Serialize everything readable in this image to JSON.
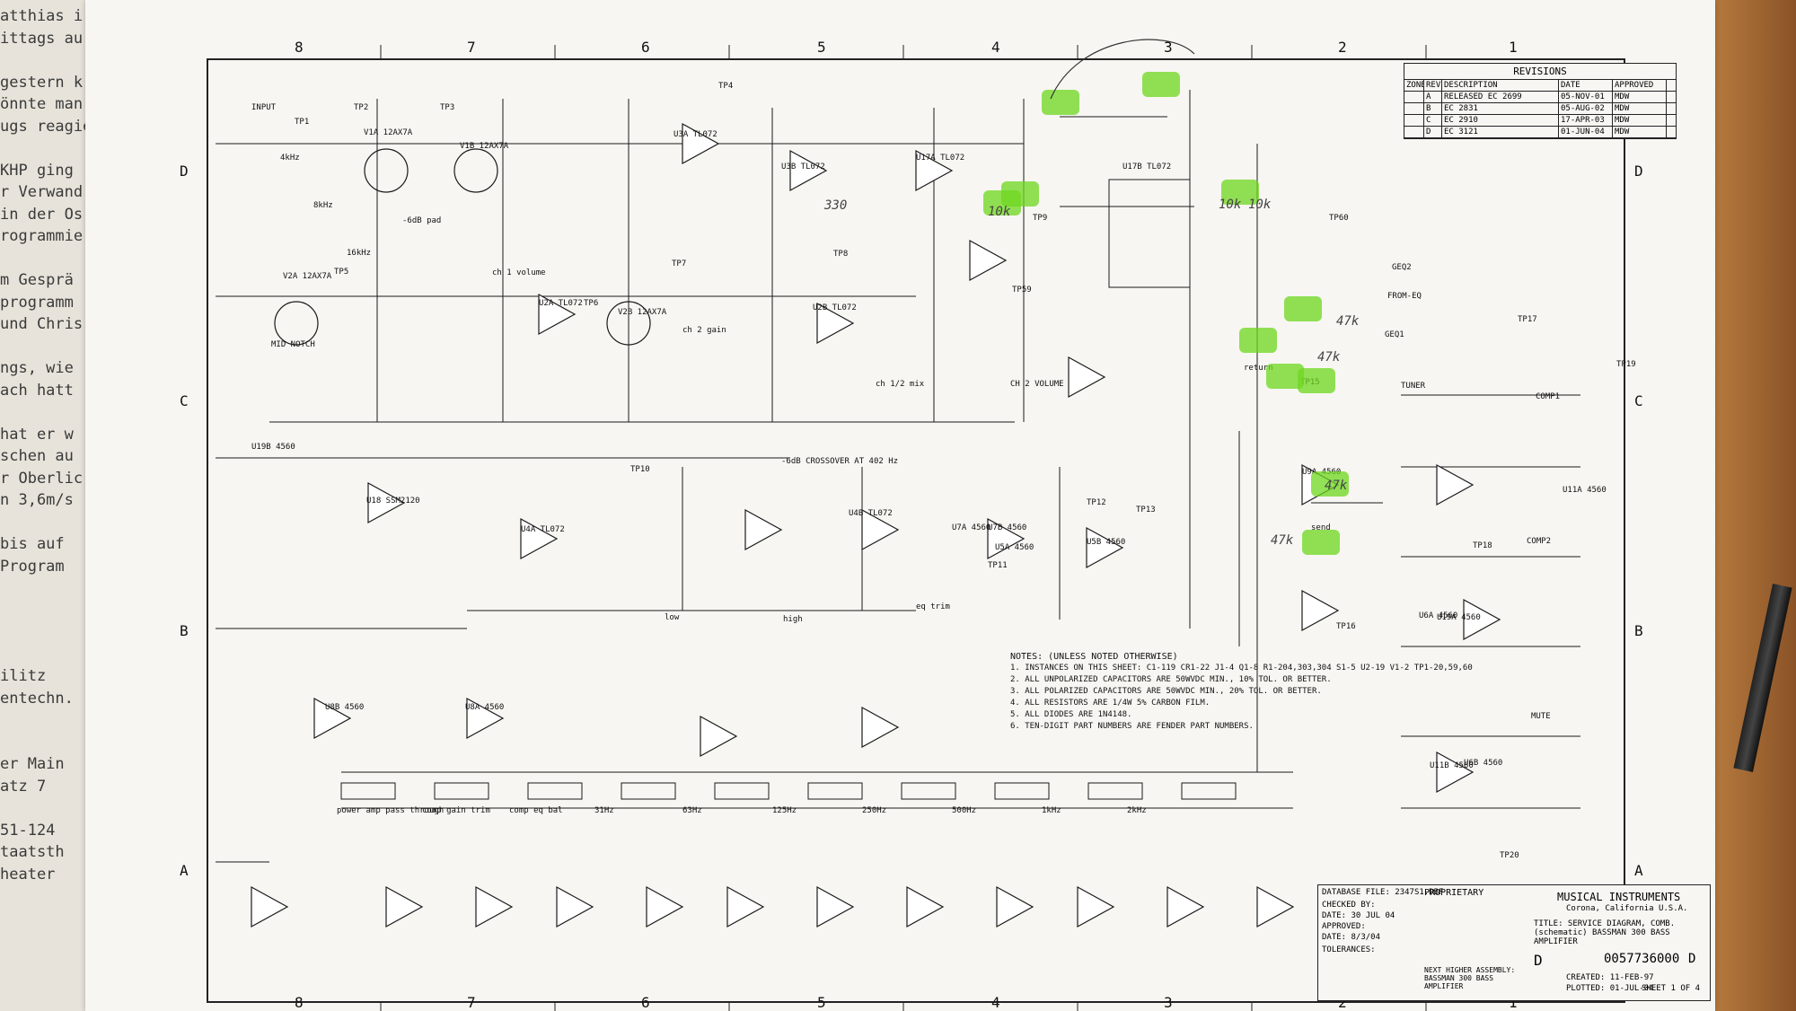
{
  "left_sheet_lines": [
    "atthias i",
    "ittags au",
    "",
    "gestern k",
    "önnte man",
    "ugs reagier",
    "",
    "KHP ging",
    "r Verwand",
    "in der Os",
    "rogrammie",
    "",
    "m Gesprä",
    "programm",
    "und Chris",
    "",
    "ngs, wie",
    "ach hatt",
    "",
    "hat er w",
    "schen au",
    "r Oberlic",
    "n 3,6m/s",
    "",
    "bis auf",
    "Program",
    "",
    "",
    "",
    "",
    "ilitz",
    "entechn.",
    "",
    "",
    "er Main",
    "atz 7",
    "",
    "51-124",
    "taatsth",
    "heater"
  ],
  "zones_top": [
    "8",
    "7",
    "6",
    "5",
    "4",
    "3",
    "2",
    "1"
  ],
  "zones_side": [
    "D",
    "C",
    "B",
    "A"
  ],
  "revisions": {
    "title": "REVISIONS",
    "headers": [
      "ZONE",
      "REV.",
      "DESCRIPTION",
      "DATE",
      "APPROVED"
    ],
    "rows": [
      {
        "rev": "A",
        "desc": "RELEASED EC 2699",
        "date": "05-NOV-01",
        "approved": "MDW"
      },
      {
        "rev": "B",
        "desc": "EC 2831",
        "date": "05-AUG-02",
        "approved": "MDW"
      },
      {
        "rev": "C",
        "desc": "EC 2910",
        "date": "17-APR-03",
        "approved": "MDW"
      },
      {
        "rev": "D",
        "desc": "EC 3121",
        "date": "01-JUN-04",
        "approved": "MDW"
      }
    ]
  },
  "notes": {
    "title": "NOTES: (UNLESS NOTED OTHERWISE)",
    "items": [
      "1. INSTANCES ON THIS SHEET: C1-119 CR1-22 J1-4 Q1-8 R1-204,303,304 S1-5 U2-19 V1-2 TP1-20,59,60",
      "2. ALL UNPOLARIZED CAPACITORS ARE 50WVDC MIN., 10% TOL. OR BETTER.",
      "3. ALL POLARIZED CAPACITORS ARE 50WVDC MIN., 20% TOL. OR BETTER.",
      "4. ALL RESISTORS ARE 1/4W 5% CARBON FILM.",
      "5. ALL DIODES ARE 1N4148.",
      "6. TEN-DIGIT PART NUMBERS ARE FENDER PART NUMBERS."
    ]
  },
  "crossover_label": "-6dB CROSSOVER AT 402 Hz",
  "title_block": {
    "database_file": "DATABASE FILE: 2347S1.DBF",
    "checked_by": "CHECKED BY:",
    "date1": "DATE: 30 JUL 04",
    "approved": "APPROVED:",
    "date2": "DATE: 8/3/04",
    "proprietary": "PROPRIETARY",
    "company": "MUSICAL INSTRUMENTS",
    "location": "Corona, California U.S.A.",
    "title": "TITLE: SERVICE DIAGRAM, COMB.(schematic) BASSMAN 300 BASS AMPLIFIER",
    "drawing_number": "0057736000",
    "size": "D",
    "rev": "D",
    "sheet": "SHEET 1 OF 4",
    "created": "CREATED: 11-FEB-97",
    "plotted": "PLOTTED: 01-JUL-04",
    "next_assembly": "NEXT HIGHER ASSEMBLY: BASSMAN 300 BASS AMPLIFIER",
    "tolerances": "TOLERANCES:"
  },
  "component_labels": [
    {
      "t": "INPUT"
    },
    {
      "t": "TP1"
    },
    {
      "t": "TP2"
    },
    {
      "t": "TP3"
    },
    {
      "t": "TP4"
    },
    {
      "t": "TP5"
    },
    {
      "t": "TP6"
    },
    {
      "t": "TP7"
    },
    {
      "t": "TP8"
    },
    {
      "t": "TP9"
    },
    {
      "t": "TP10"
    },
    {
      "t": "TP11"
    },
    {
      "t": "TP12"
    },
    {
      "t": "TP13"
    },
    {
      "t": "TP15"
    },
    {
      "t": "TP16"
    },
    {
      "t": "TP17"
    },
    {
      "t": "TP18"
    },
    {
      "t": "TP19"
    },
    {
      "t": "TP20"
    },
    {
      "t": "TP59"
    },
    {
      "t": "TP60"
    },
    {
      "t": "V1A 12AX7A"
    },
    {
      "t": "V1B 12AX7A"
    },
    {
      "t": "V2A 12AX7A"
    },
    {
      "t": "V2B 12AX7A"
    },
    {
      "t": "U2A TL072"
    },
    {
      "t": "U2B TL072"
    },
    {
      "t": "U3A TL072"
    },
    {
      "t": "U3B TL072"
    },
    {
      "t": "U17A TL072"
    },
    {
      "t": "U17B TL072"
    },
    {
      "t": "U18 SSM2120"
    },
    {
      "t": "U4A TL072"
    },
    {
      "t": "U4B TL072"
    },
    {
      "t": "U7A 4560"
    },
    {
      "t": "U7B 4560"
    },
    {
      "t": "U8A 4560"
    },
    {
      "t": "U8B 4560"
    },
    {
      "t": "U5A 4560"
    },
    {
      "t": "U5B 4560"
    },
    {
      "t": "U6A 4560"
    },
    {
      "t": "U6B 4560"
    },
    {
      "t": "U9A 4560"
    },
    {
      "t": "U11A 4560"
    },
    {
      "t": "U11B 4560"
    },
    {
      "t": "U19A 4560"
    },
    {
      "t": "U19B 4560"
    },
    {
      "t": "MID NOTCH"
    },
    {
      "t": "-6dB pad"
    },
    {
      "t": "ch 1 volume"
    },
    {
      "t": "ch 2 gain"
    },
    {
      "t": "ch 1/2 mix"
    },
    {
      "t": "CH 2 VOLUME"
    },
    {
      "t": "low"
    },
    {
      "t": "high"
    },
    {
      "t": "eq trim"
    },
    {
      "t": "GEQ1"
    },
    {
      "t": "GEQ2"
    },
    {
      "t": "FROM-EQ"
    },
    {
      "t": "TUNER"
    },
    {
      "t": "COMP1"
    },
    {
      "t": "COMP2"
    },
    {
      "t": "MUTE"
    },
    {
      "t": "send"
    },
    {
      "t": "return"
    },
    {
      "t": "power amp pass through"
    },
    {
      "t": "comp gain trim"
    },
    {
      "t": "comp eq bal"
    },
    {
      "t": "31Hz"
    },
    {
      "t": "63Hz"
    },
    {
      "t": "125Hz"
    },
    {
      "t": "250Hz"
    },
    {
      "t": "500Hz"
    },
    {
      "t": "1kHz"
    },
    {
      "t": "2kHz"
    },
    {
      "t": "4kHz"
    },
    {
      "t": "8kHz"
    },
    {
      "t": "16kHz"
    }
  ],
  "annotations": [
    "330",
    "10k",
    "10k",
    "10k",
    "47k",
    "47k",
    "47k",
    "47k"
  ],
  "colors": {
    "paper": "#f7f6f2",
    "ink": "#1a1a1a",
    "highlight": "#6ed71e",
    "wood": "#9a5b2b"
  }
}
